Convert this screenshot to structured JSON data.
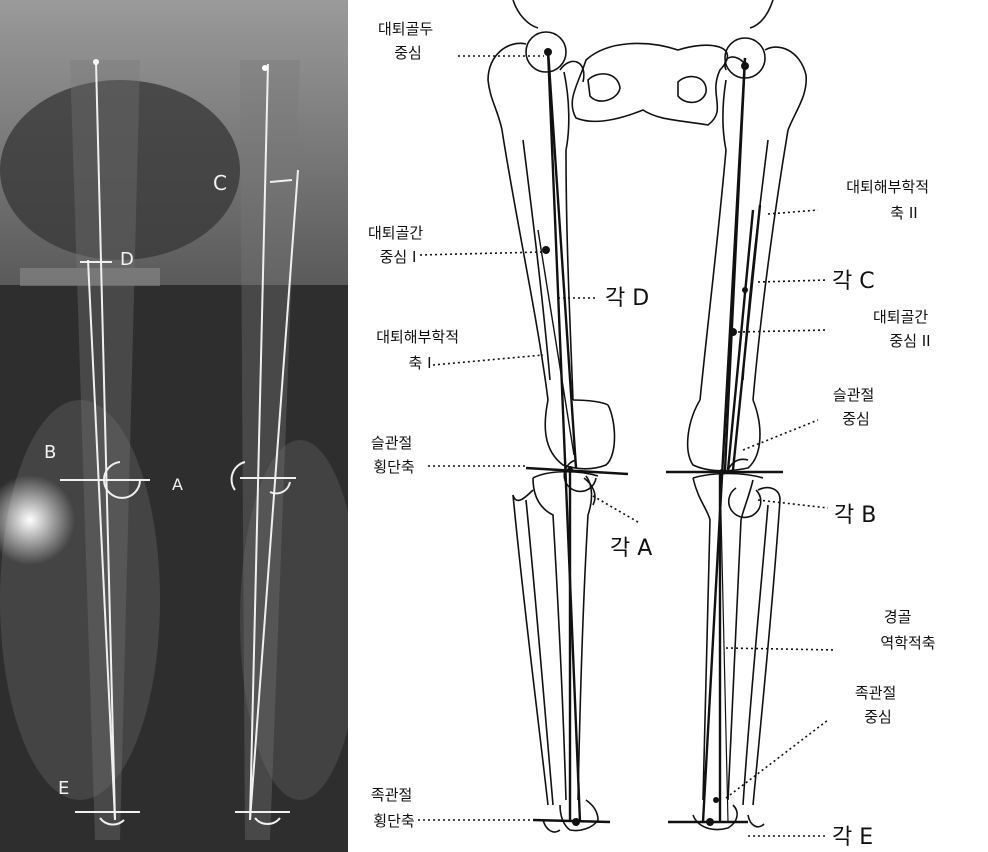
{
  "xray_labels": {
    "c": "C",
    "d": "D",
    "b": "B",
    "a": "A",
    "e": "E"
  },
  "labels": {
    "femoral_head_center": [
      "대퇴골두",
      "중심"
    ],
    "femoral_shaft_center_1": [
      "대퇴골간",
      "중심 I"
    ],
    "angle_d": "각 D",
    "femoral_anatomic_axis_1": [
      "대퇴해부학적",
      "축 I"
    ],
    "knee_transverse_axis": [
      "슬관절",
      "횡단축"
    ],
    "angle_a": "각 A",
    "ankle_transverse_axis": [
      "족관절",
      "횡단축"
    ],
    "femoral_anatomic_axis_2": [
      "대퇴해부학적",
      "축 II"
    ],
    "angle_c": "각 C",
    "femoral_shaft_center_2": [
      "대퇴골간",
      "중심 II"
    ],
    "knee_center": [
      "슬관절",
      "중심"
    ],
    "angle_b": "각 B",
    "tibial_mechanical_axis": [
      "경골",
      "역학적축"
    ],
    "ankle_center": [
      "족관절",
      "중심"
    ],
    "angle_e": "각 E"
  },
  "colors": {
    "xray_bg": "#2a2a2a",
    "xray_line": "#f0f0f0",
    "ink": "#111111"
  }
}
